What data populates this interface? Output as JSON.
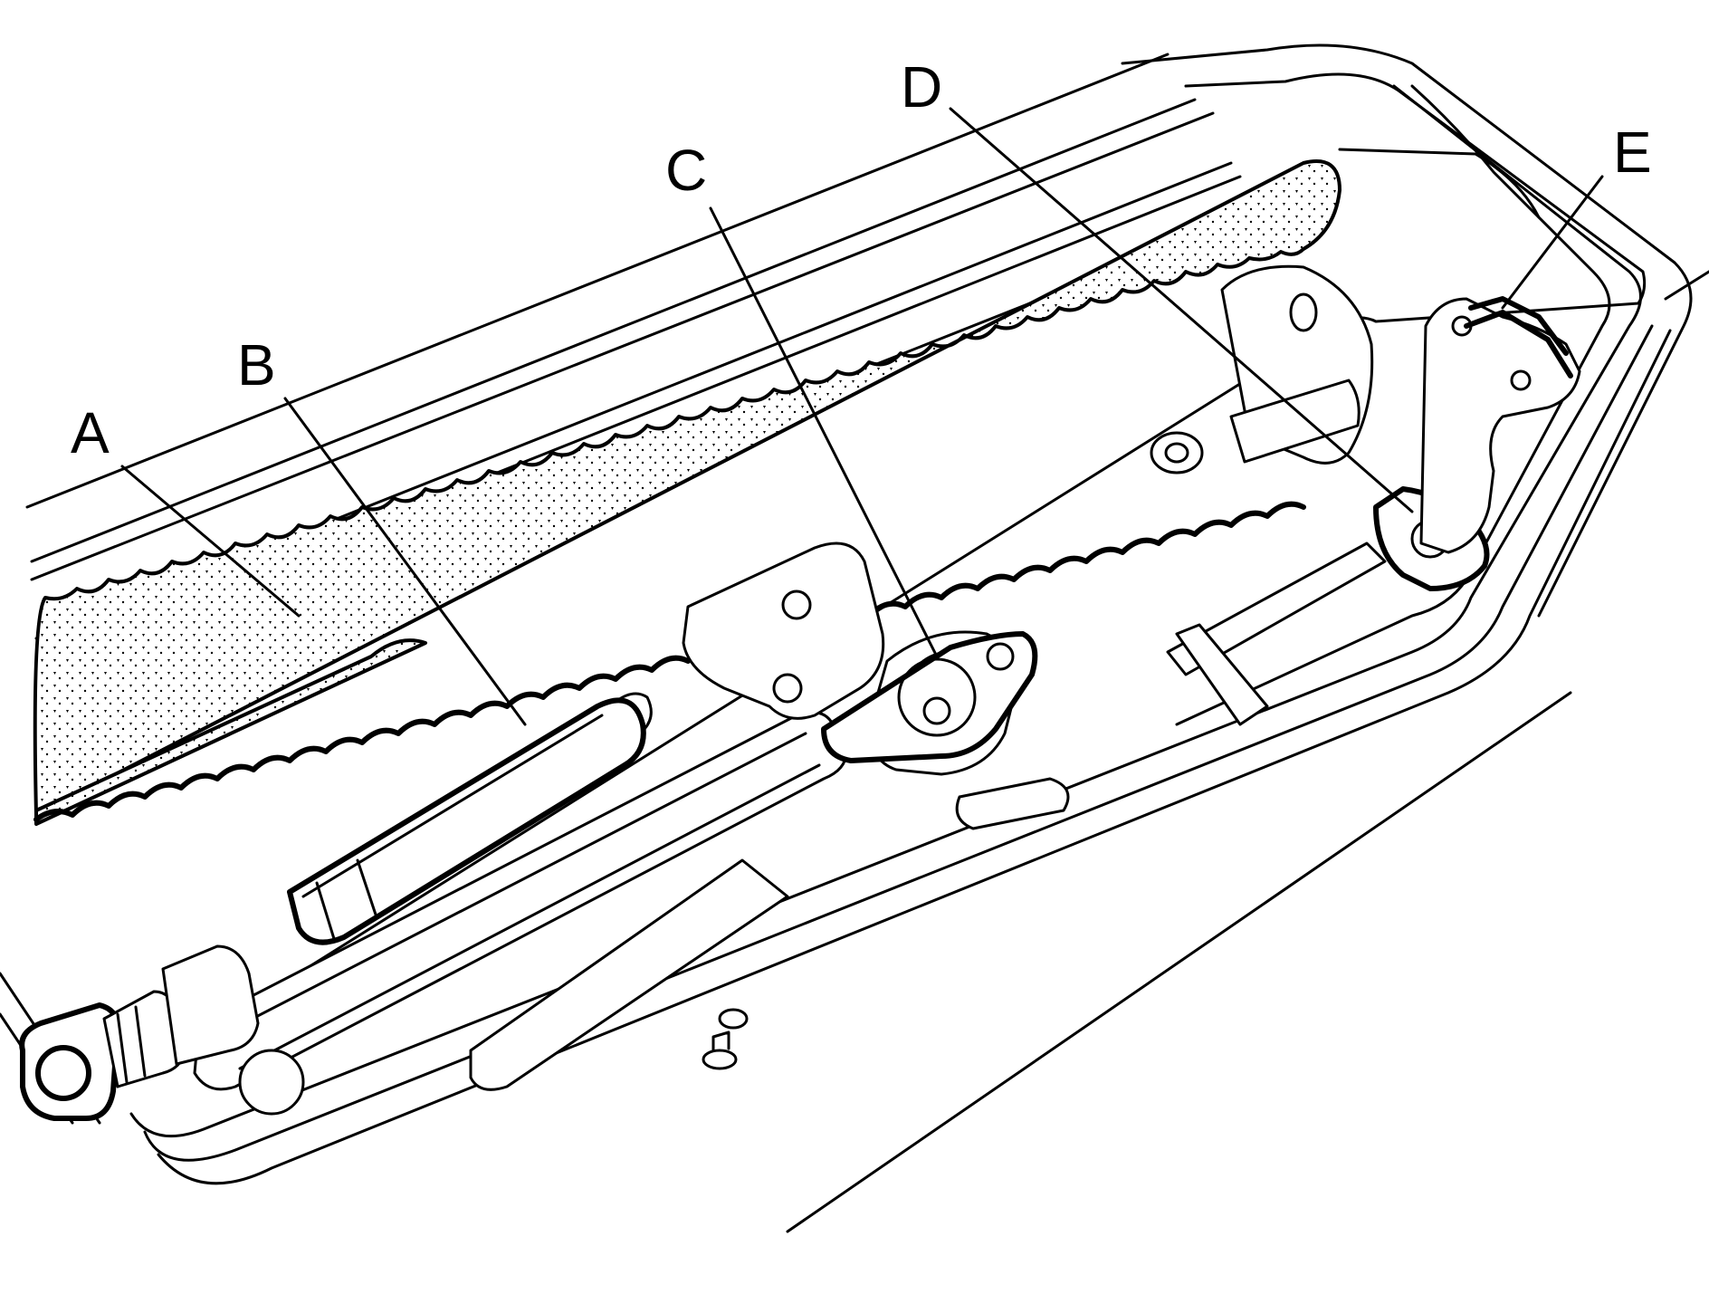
{
  "diagram": {
    "callouts": [
      {
        "id": "A",
        "label": "A"
      },
      {
        "id": "B",
        "label": "B"
      },
      {
        "id": "C",
        "label": "C"
      },
      {
        "id": "D",
        "label": "D"
      },
      {
        "id": "E",
        "label": "E"
      }
    ],
    "colors": {
      "line": "#000000",
      "background": "#ffffff"
    }
  }
}
